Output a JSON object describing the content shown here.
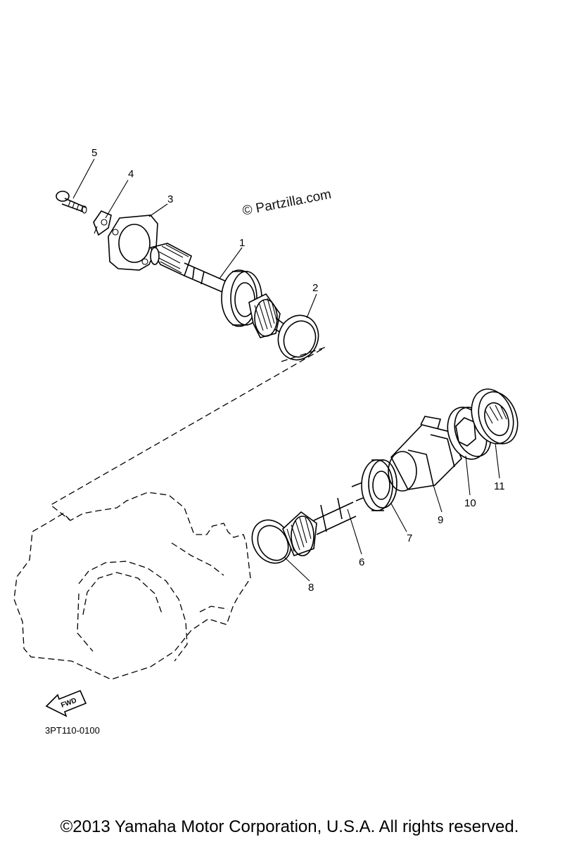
{
  "watermark": "© Partzilla.com",
  "diagram_code": "3PT110-0100",
  "fwd_label": "FWD",
  "copyright": "©2013 Yamaha Motor Corporation, U.S.A. All rights reserved.",
  "callouts": [
    {
      "id": "1",
      "text": "1"
    },
    {
      "id": "2",
      "text": "2"
    },
    {
      "id": "3",
      "text": "3"
    },
    {
      "id": "4",
      "text": "4"
    },
    {
      "id": "5",
      "text": "5"
    },
    {
      "id": "6",
      "text": "6"
    },
    {
      "id": "7",
      "text": "7"
    },
    {
      "id": "8",
      "text": "8"
    },
    {
      "id": "9",
      "text": "9"
    },
    {
      "id": "10",
      "text": "10"
    },
    {
      "id": "11",
      "text": "11"
    }
  ]
}
